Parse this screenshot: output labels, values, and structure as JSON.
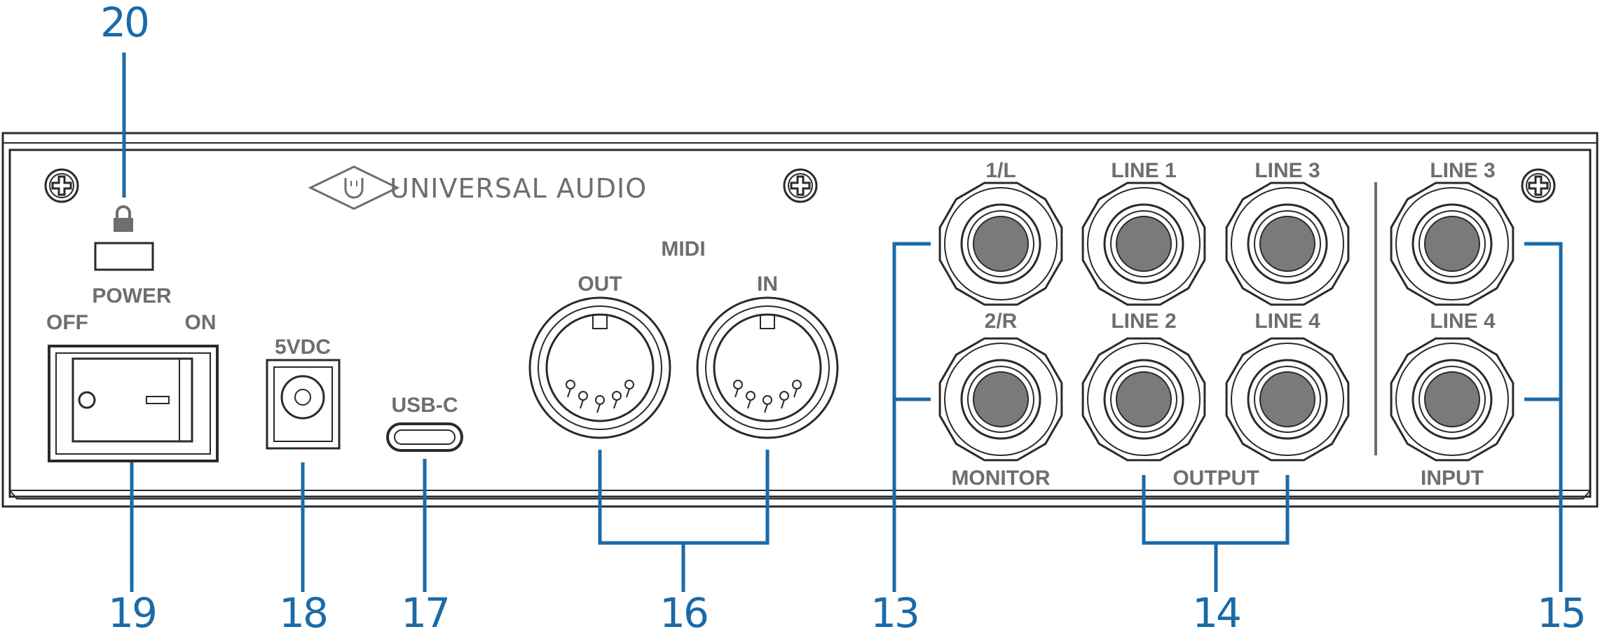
{
  "brand": {
    "name": "UNIVERSAL AUDIO",
    "logo_icon": "ua-diamond-logo-icon"
  },
  "labels": {
    "power": "POWER",
    "off": "OFF",
    "on": "ON",
    "dc": "5VDC",
    "usb": "USB-C",
    "midi": "MIDI",
    "midi_out": "OUT",
    "midi_in": "IN",
    "monitor_1": "1/L",
    "monitor_2": "2/R",
    "monitor": "MONITOR",
    "out_line1": "LINE 1",
    "out_line2": "LINE 2",
    "out_line3": "LINE 3",
    "out_line4": "LINE 4",
    "output": "OUTPUT",
    "in_line3": "LINE 3",
    "in_line4": "LINE 4",
    "input": "INPUT"
  },
  "callouts": {
    "c13": "13",
    "c14": "14",
    "c15": "15",
    "c16": "16",
    "c17": "17",
    "c18": "18",
    "c19": "19",
    "c20": "20"
  },
  "colors": {
    "callout": "#1a6aa8",
    "label": "#6e6e6e",
    "outline": "#2a2a2a"
  },
  "icons": [
    "screw-icon",
    "lock-icon",
    "power-switch-icon",
    "dc-jack-icon",
    "usb-c-port-icon",
    "midi-din-icon",
    "quarter-inch-jack-icon"
  ]
}
